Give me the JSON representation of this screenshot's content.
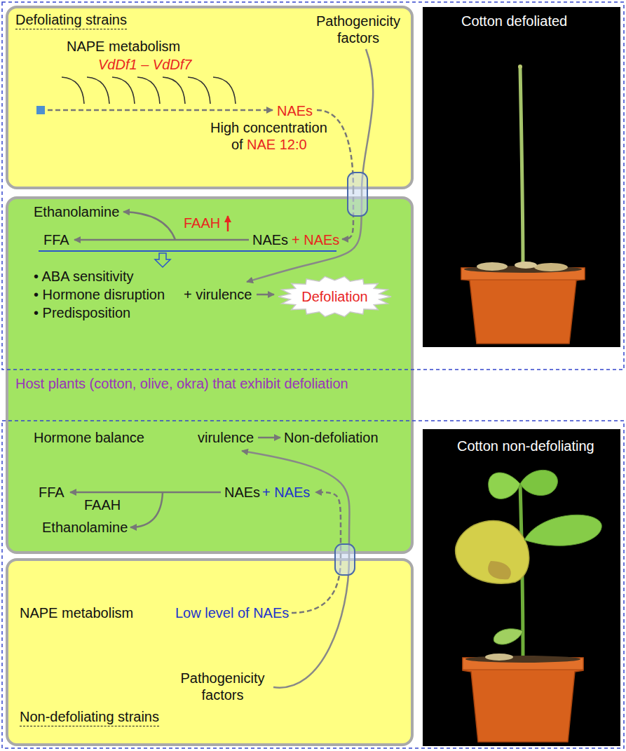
{
  "diagram": {
    "nodes": [
      {
        "text": [
          "Defoliating strains",
          "NAPE metabolism",
          "VdDf1 – VdDf7",
          "Pathogenicity factors",
          "NAEs",
          "High concentration",
          "of",
          "NAE 12:0"
        ]
      },
      {
        "text": [
          "Cotton defoliated"
        ]
      },
      {
        "text": [
          "Ethanolamine",
          "FAAH",
          "FFA",
          "NAEs",
          "+ NAEs",
          "• ABA sensitivity",
          "• Hormone disruption",
          "+ virulence",
          "• Predisposition",
          "Host plants (cotton, olive, okra) that exhibit defoliation",
          "Hormone balance",
          "virulence",
          "Non-defoliation",
          "FFA",
          "NAEs",
          "+ NAEs",
          "FAAH",
          "Ethanolamine"
        ]
      },
      {
        "text": [
          "Defoliation"
        ],
        "in": 2
      },
      {
        "text": [
          "Cotton non-defoliating"
        ]
      },
      {
        "text": [
          "NAPE metabolism",
          "Low level of NAEs",
          "Pathogenicity factors",
          "Non-defoliating strains"
        ]
      }
    ],
    "edges": [
      {
        "from": 0,
        "to": 2,
        "arrow": "to"
      },
      {
        "from": 0,
        "to": 2,
        "arrow": "to"
      },
      {
        "from": 5,
        "to": 2,
        "arrow": "to"
      },
      {
        "from": 5,
        "to": 2,
        "arrow": "to"
      }
    ]
  }
}
